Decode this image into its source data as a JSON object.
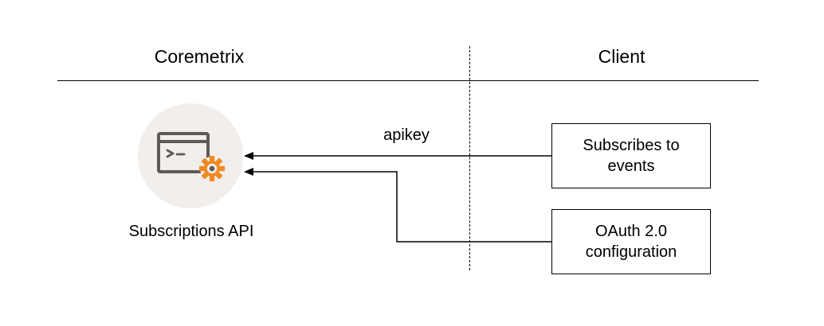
{
  "header": {
    "left_title": "Coremetrix",
    "right_title": "Client"
  },
  "nodes": {
    "api": {
      "label": "Subscriptions API",
      "icon": "terminal-window-with-gear-icon",
      "icon_colors": {
        "circle": "#f1eeeb",
        "window": "#5f5a56",
        "gear": "#f08a24"
      }
    },
    "subscribe_box": {
      "label": "Subscribes to events"
    },
    "oauth_box": {
      "label": "OAuth 2.0 configuration"
    }
  },
  "edges": {
    "apikey_label": "apikey"
  }
}
